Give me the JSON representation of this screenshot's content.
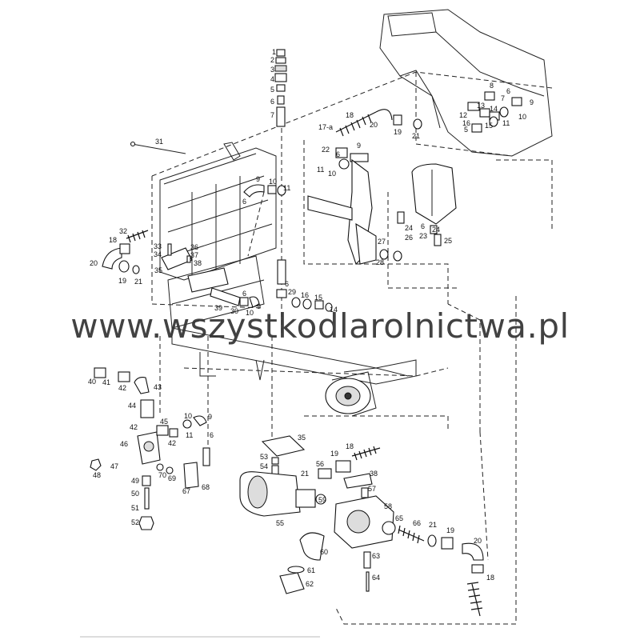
{
  "watermark": "www.wszystkodlarolnictwa.pl",
  "labels": {
    "l1": "1",
    "l2": "2",
    "l3": "3",
    "l4": "4",
    "l5": "5",
    "l6": "6",
    "l7": "7",
    "l8": "8",
    "l9": "9",
    "l10": "10",
    "l11": "11",
    "l12": "12",
    "l13": "13",
    "l14": "14",
    "l15": "15",
    "l16": "16",
    "l17a": "17-a",
    "l18": "18",
    "l19": "19",
    "l20": "20",
    "l21": "21",
    "l22": "22",
    "l23": "23",
    "l24": "24",
    "l25": "25",
    "l26": "26",
    "l27": "27",
    "l28": "28",
    "l29": "29",
    "l30": "30",
    "l31": "31",
    "l32": "32",
    "l33": "33",
    "l34": "34",
    "l35": "35",
    "l36": "36",
    "l37": "37",
    "l38": "38",
    "l39": "39",
    "l40": "40",
    "l41": "41",
    "l42": "42",
    "l43": "43",
    "l44": "44",
    "l45": "45",
    "l46": "46",
    "l47": "47",
    "l48": "48",
    "l49": "49",
    "l50": "50",
    "l51": "51",
    "l52": "52",
    "l53": "53",
    "l54": "54",
    "l55": "55",
    "l56": "56",
    "l57": "57",
    "l58": "58",
    "l59": "59",
    "l60": "60",
    "l61": "61",
    "l62": "62",
    "l63": "63",
    "l64": "64",
    "l65": "65",
    "l66": "66",
    "l67": "67",
    "l68": "68",
    "l69": "69",
    "l70": "70"
  }
}
